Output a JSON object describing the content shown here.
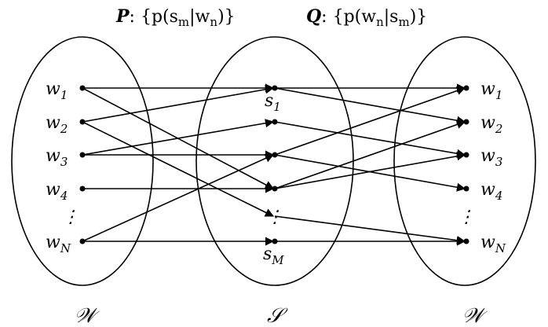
{
  "headers": {
    "p": {
      "symbol": "P",
      "expr": ": {p(s",
      "sub1": "m",
      "mid": "|w",
      "sub2": "n",
      "end": ")}"
    },
    "q": {
      "symbol": "Q",
      "expr": ": {p(w",
      "sub1": "n",
      "mid": "|s",
      "sub2": "m",
      "end": ")}"
    }
  },
  "sets": {
    "left": "𝒲",
    "middle": "𝒮",
    "right": "𝒲"
  },
  "left_nodes": [
    {
      "base": "w",
      "sub": "1"
    },
    {
      "base": "w",
      "sub": "2"
    },
    {
      "base": "w",
      "sub": "3"
    },
    {
      "base": "w",
      "sub": "4"
    },
    {
      "base": "⋮",
      "sub": ""
    },
    {
      "base": "w",
      "sub": "N"
    }
  ],
  "middle_labels": [
    {
      "base": "s",
      "sub": "1"
    },
    {
      "base": "s",
      "sub": "M"
    }
  ],
  "middle_ellipsis": "⋮",
  "right_nodes": [
    {
      "base": "w",
      "sub": "1"
    },
    {
      "base": "w",
      "sub": "2"
    },
    {
      "base": "w",
      "sub": "3"
    },
    {
      "base": "w",
      "sub": "4"
    },
    {
      "base": "⋮",
      "sub": ""
    },
    {
      "base": "w",
      "sub": "N"
    }
  ],
  "edges_left_to_middle": [
    [
      0,
      0
    ],
    [
      0,
      3
    ],
    [
      1,
      0
    ],
    [
      1,
      4
    ],
    [
      2,
      1
    ],
    [
      2,
      2
    ],
    [
      3,
      3
    ],
    [
      5,
      2
    ],
    [
      5,
      5
    ]
  ],
  "edges_middle_to_right": [
    [
      0,
      0
    ],
    [
      0,
      1
    ],
    [
      1,
      2
    ],
    [
      2,
      3
    ],
    [
      2,
      0
    ],
    [
      3,
      1
    ],
    [
      4,
      5
    ],
    [
      3,
      2
    ],
    [
      5,
      5
    ]
  ]
}
